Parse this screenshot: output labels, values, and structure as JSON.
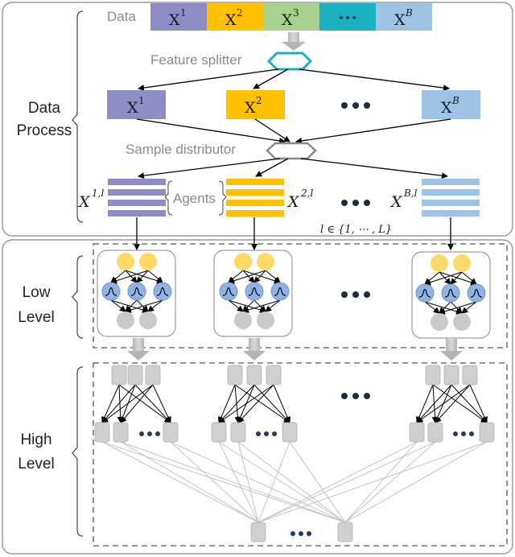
{
  "sections": {
    "data_process": [
      "Data",
      "Process"
    ],
    "low_level": [
      "Low",
      "Level"
    ],
    "high_level": [
      "High",
      "Level"
    ]
  },
  "labels": {
    "data": "Data",
    "feature_splitter": "Feature splitter",
    "sample_distributor": "Sample distributor",
    "agents": "Agents",
    "l_range": "l ∈ {1, ⋯ , L}",
    "ellipsis": "•••"
  },
  "blocks": [
    {
      "base": "X",
      "sup": "1",
      "sup_italic": false,
      "agent_sup": "1,l",
      "color": "#8e8dc6"
    },
    {
      "base": "X",
      "sup": "2",
      "sup_italic": false,
      "agent_sup": "2,l",
      "color": "#ffc000"
    },
    {
      "base": "X",
      "sup": "3",
      "sup_italic": false,
      "agent_sup": "",
      "color": "#a9d18e"
    },
    {
      "base": "",
      "sup": "",
      "sup_italic": false,
      "agent_sup": "",
      "color": "#1ab0c0",
      "is_ellipsis": true
    },
    {
      "base": "X",
      "sup": "B",
      "sup_italic": true,
      "agent_sup": "B,l",
      "color": "#9dc3e6"
    }
  ],
  "colors": {
    "neuron_top": "#ffd966",
    "neuron_mid": "#8fb4e3",
    "neuron_bottom": "#c9c9c9",
    "high_node": "#cfcfcf",
    "panel_border": "#9a9a9a",
    "dashed": "#555555",
    "hexagon_splitter": "#1ab0c0",
    "hexagon_distributor": "#8a8a8a"
  }
}
